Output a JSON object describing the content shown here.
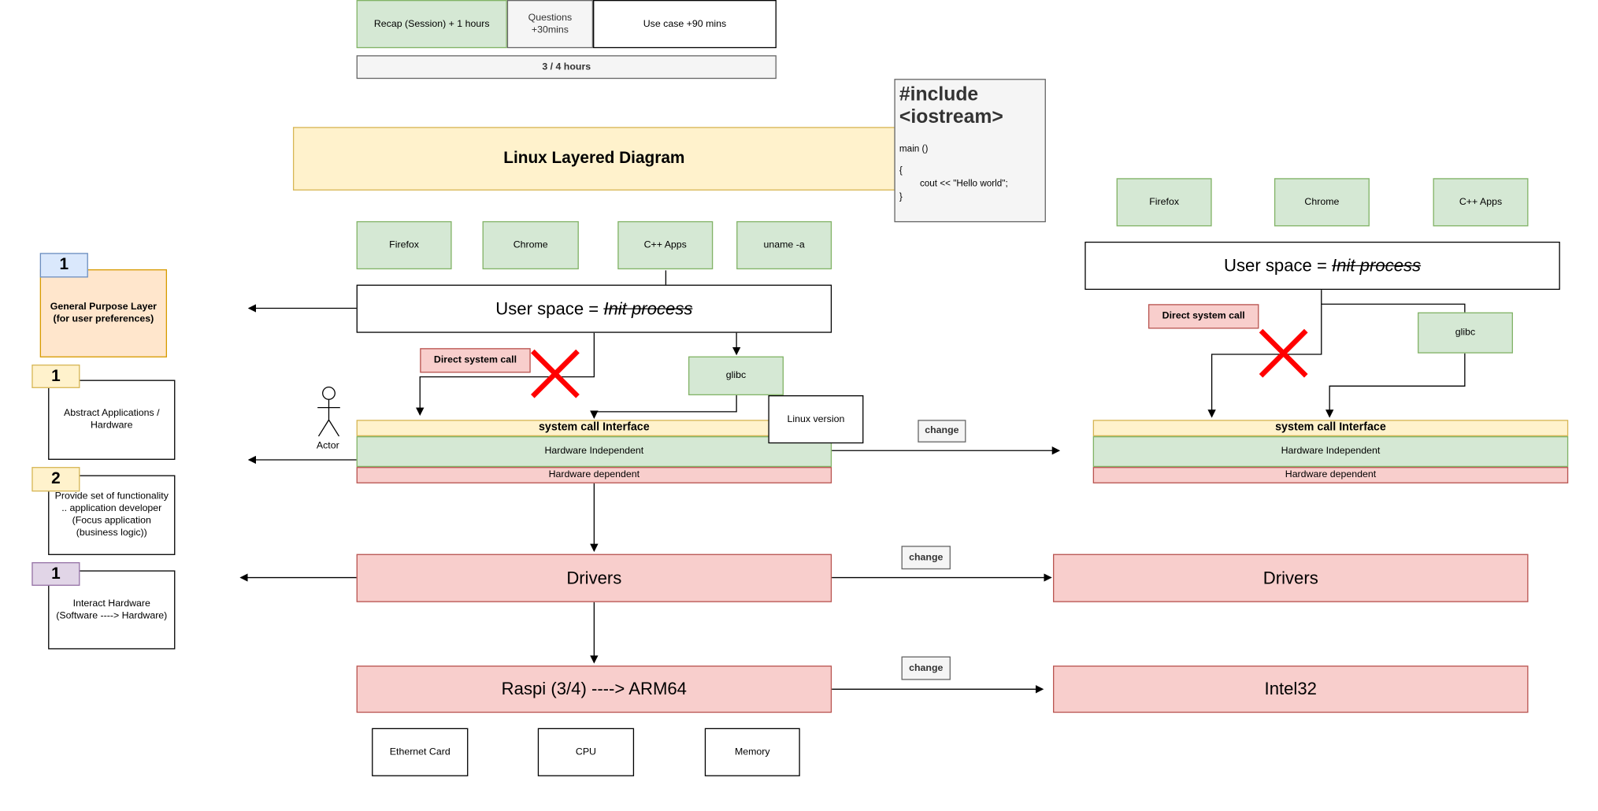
{
  "schedule": {
    "recap": "Recap (Session) + 1 hours",
    "questions": "Questions +30mins",
    "usecase": "Use case +90 mins",
    "total": "3 / 4 hours"
  },
  "title": "Linux Layered Diagram",
  "code": {
    "include": "#include <iostream>",
    "main": "main ()",
    "open": "{",
    "cout": "cout << \"Hello world\";",
    "close": "}"
  },
  "left_diagram": {
    "apps": [
      "Firefox",
      "Chrome",
      "C++ Apps",
      "uname -a"
    ],
    "user_space_prefix": "User space = ",
    "user_space_struck": "Init process",
    "direct_call": "Direct system call",
    "glibc": "glibc",
    "linux_version": "Linux version",
    "actor": "Actor",
    "sci": "system call Interface",
    "hw_independent": "Hardware Independent",
    "hw_dependent": "Hardware dependent",
    "drivers": "Drivers",
    "platform": "Raspi (3/4) ----> ARM64",
    "hardware": [
      "Ethernet Card",
      "CPU",
      "Memory"
    ]
  },
  "right_diagram": {
    "apps": [
      "Firefox",
      "Chrome",
      "C++ Apps"
    ],
    "user_space_prefix": "User space = ",
    "user_space_struck": "Init process",
    "direct_call": "Direct system call",
    "glibc": "glibc",
    "sci": "system call Interface",
    "hw_independent": "Hardware Independent",
    "hw_dependent": "Hardware dependent",
    "drivers": "Drivers",
    "platform": "Intel32"
  },
  "change_label": "change",
  "legend": [
    {
      "number": "1",
      "text": "General Purpose Layer (for user preferences)"
    },
    {
      "number": "1",
      "text": "Abstract Applications / Hardware"
    },
    {
      "number": "2",
      "text": "Provide set of functionality .. application developer (Focus application (business logic))"
    },
    {
      "number": "1",
      "text": "Interact Hardware (Software ----> Hardware)"
    }
  ],
  "colors": {
    "green": "#d5e8d4",
    "red": "#f8cecc",
    "yellow": "#fff2cc",
    "orange": "#ffe6cc",
    "blue": "#dae8fc",
    "purple": "#e1d5e7",
    "cross": "#ff0000"
  }
}
